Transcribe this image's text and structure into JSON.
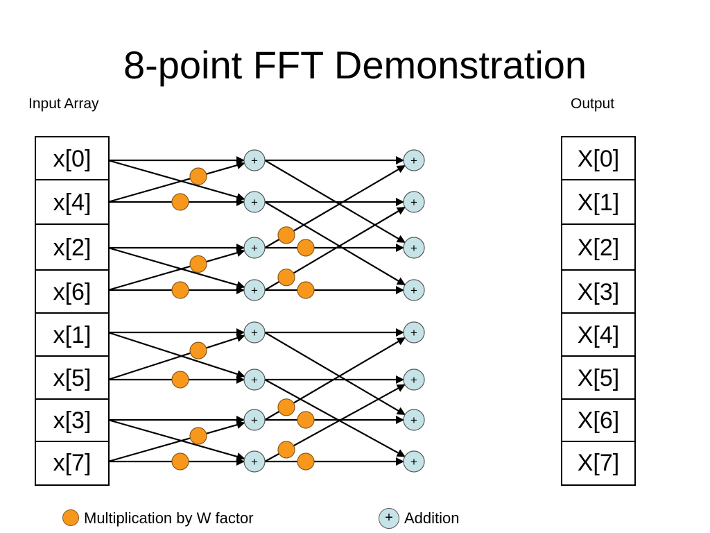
{
  "title": "8-point FFT Demonstration",
  "input_caption": "Input Array",
  "output_caption": "Output",
  "inputs": [
    "x[0]",
    "x[4]",
    "x[2]",
    "x[6]",
    "x[1]",
    "x[5]",
    "x[3]",
    "x[7]"
  ],
  "outputs": [
    "X[0]",
    "X[1]",
    "X[2]",
    "X[3]",
    "X[4]",
    "X[5]",
    "X[6]",
    "X[7]"
  ],
  "adder_symbol": "+",
  "legend": {
    "multiplication": "Multiplication by W factor",
    "addition": "Addition",
    "addition_symbol": "+"
  },
  "colors": {
    "multiplier": "#f7981d",
    "adder": "#c6e4e8"
  }
}
